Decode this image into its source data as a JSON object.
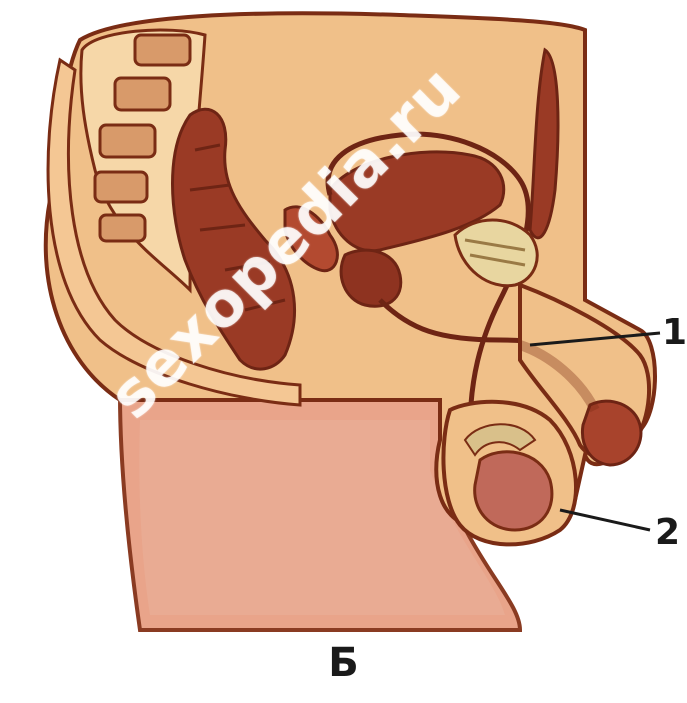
{
  "figure": {
    "labels": {
      "one": "1",
      "two": "2"
    },
    "caption": "Б",
    "watermark": "sexopedia.ru"
  },
  "colors": {
    "outline": "#7a2c14",
    "skin": "#f0c089",
    "skin_light": "#f7d9a8",
    "organ": "#9a3a25",
    "organ_dark": "#7b2a19",
    "lower_body": "#e9a48a",
    "lower_body_dark": "#d98a70",
    "testis": "#c0695a"
  }
}
